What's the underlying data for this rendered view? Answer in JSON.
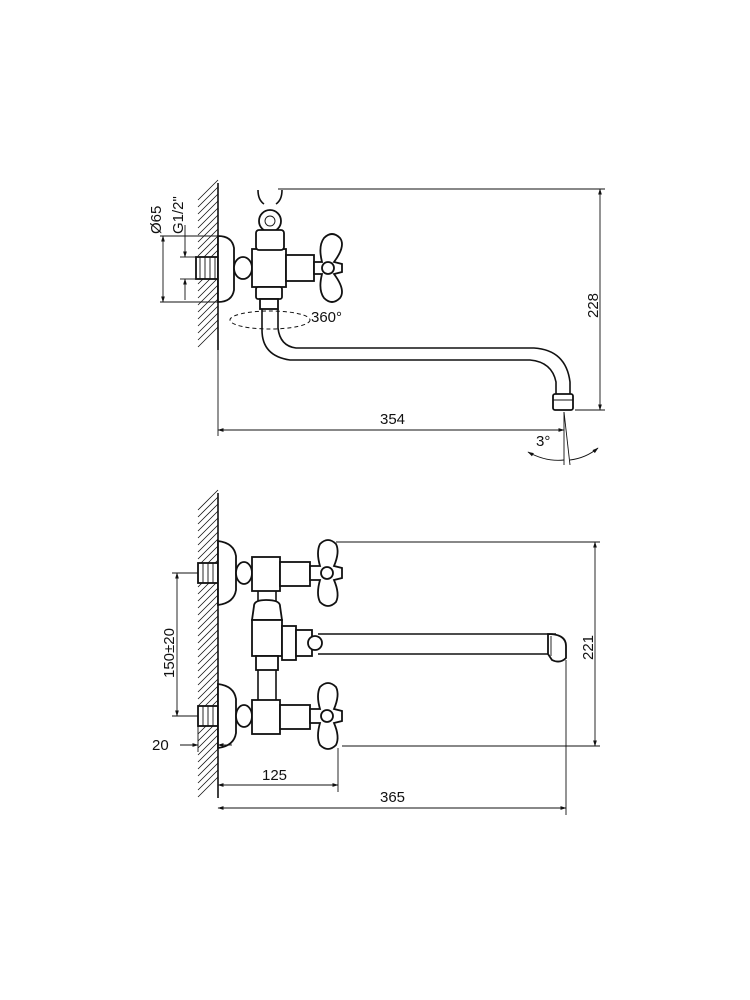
{
  "views": {
    "side": {
      "dimensions": {
        "diameter": "Ø65",
        "thread": "G1/2\"",
        "rotation": "360°",
        "height": "228",
        "reach": "354",
        "angle": "3°"
      }
    },
    "front": {
      "dimensions": {
        "spacing": "150±20",
        "height": "221",
        "wall_offset": "20",
        "handle_offset": "125",
        "reach": "365"
      }
    }
  }
}
